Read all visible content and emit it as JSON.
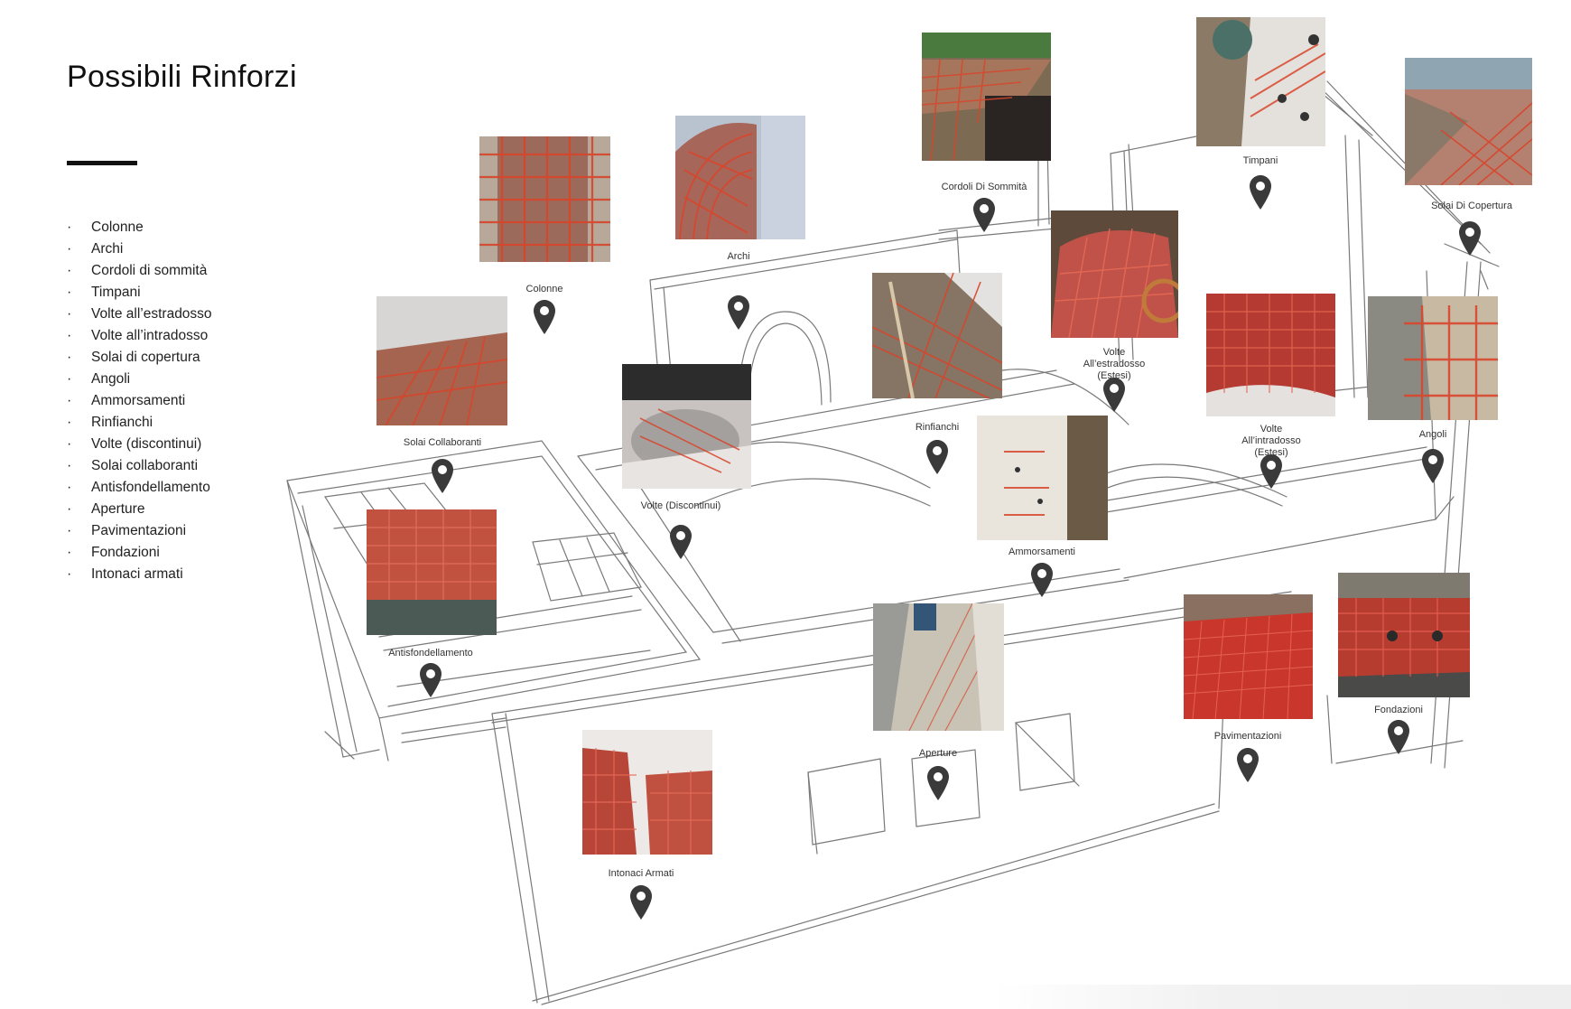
{
  "title": "Possibili Rinforzi",
  "legend": [
    "Colonne",
    "Archi",
    "Cordoli di sommità",
    "Timpani",
    "Volte all’estradosso",
    "Volte all’intradosso",
    "Solai di copertura",
    "Angoli",
    "Ammorsamenti",
    "Rinfianchi",
    "Volte (discontinui)",
    "Solai collaboranti",
    "Antisfondellamento",
    "Aperture",
    "Pavimentazioni",
    "Fondazioni",
    "Intonaci armati"
  ],
  "hotspots": [
    {
      "id": "colonne",
      "label": "Colonne",
      "photo": "column-mesh-photo"
    },
    {
      "id": "archi",
      "label": "Archi",
      "photo": "arch-mesh-photo"
    },
    {
      "id": "cordoli",
      "label": "Cordoli Di Sommità",
      "photo": "ring-beam-photo"
    },
    {
      "id": "timpani",
      "label": "Timpani",
      "photo": "gable-wall-photo"
    },
    {
      "id": "solai-copertura",
      "label": "Solai Di Copertura",
      "photo": "roof-slab-photo"
    },
    {
      "id": "solai-collaboranti",
      "label": "Solai Collaboranti",
      "photo": "composite-slab-photo"
    },
    {
      "id": "volte-discontinui",
      "label": "Volte (Discontinui)",
      "photo": "vault-discontinuous-photo"
    },
    {
      "id": "rinfianchi",
      "label": "Rinfianchi",
      "photo": "haunch-fill-photo"
    },
    {
      "id": "volte-estradosso",
      "label": "Volte All’estradosso\n(Estesi)",
      "photo": "vault-extrados-photo"
    },
    {
      "id": "volte-intradosso",
      "label": "Volte All’intradosso\n(Estesi)",
      "photo": "vault-intrados-photo"
    },
    {
      "id": "angoli",
      "label": "Angoli",
      "photo": "corner-mesh-photo"
    },
    {
      "id": "ammorsamenti",
      "label": "Ammorsamenti",
      "photo": "wall-connection-photo"
    },
    {
      "id": "antisfondellamento",
      "label": "Antisfondellamento",
      "photo": "anti-breakthrough-photo"
    },
    {
      "id": "aperture",
      "label": "Aperture",
      "photo": "opening-mesh-photo"
    },
    {
      "id": "pavimentazioni",
      "label": "Pavimentazioni",
      "photo": "floor-mesh-photo"
    },
    {
      "id": "fondazioni",
      "label": "Fondazioni",
      "photo": "foundation-mesh-photo"
    },
    {
      "id": "intonaci-armati",
      "label": "Intonaci Armati",
      "photo": "reinforced-plaster-photo"
    }
  ],
  "colors": {
    "mesh": "#d8452b",
    "pin": "#3a3a3a",
    "sketch": "#6b6b6b"
  }
}
